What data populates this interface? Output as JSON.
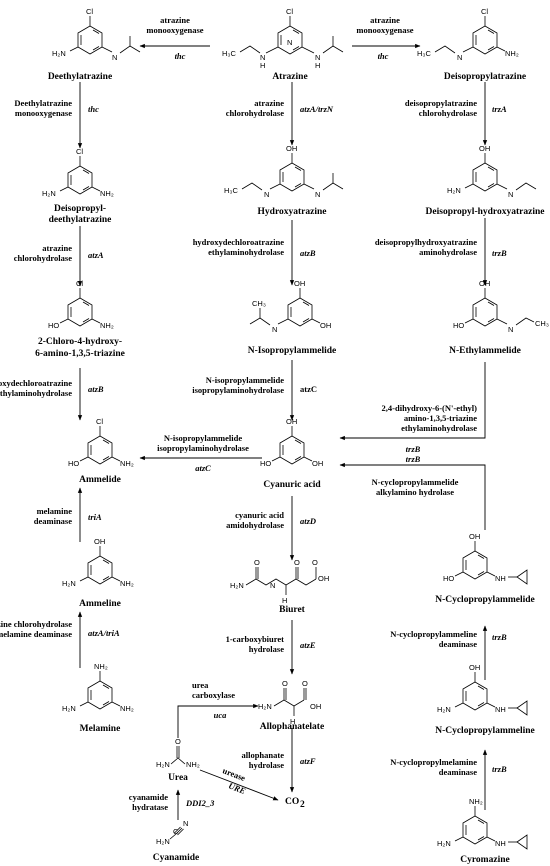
{
  "compounds": {
    "deethylatrazine": "Deethylatrazine",
    "atrazine": "Atrazine",
    "deisopropylatrazine": "Deisopropylatrazine",
    "hydroxyatrazine": "Hydroxyatrazine",
    "deisopropyl_deethylatrazine_1": "Deisopropyl-",
    "deisopropyl_deethylatrazine_2": "deethylatrazine",
    "deisopropyl_hydroxyatrazine": "Deisopropyl-hydroxyatrazine",
    "n_isopropylammelide": "N-Isopropylammelide",
    "n_ethylammelide": "N-Ethylammelide",
    "chloro_triazine_1": "2-Chloro-4-hydroxy-",
    "chloro_triazine_2": "6-amino-1,3,5-triazine",
    "ammelide": "Ammelide",
    "cyanuric_acid": "Cyanuric acid",
    "biuret": "Biuret",
    "ammeline": "Ammeline",
    "n_cyclopropylammelide": "N-Cyclopropylammelide",
    "allophanatelate": "Allophanatelate",
    "n_cyclopropylammeline": "N-Cyclopropylammeline",
    "melamine": "Melamine",
    "urea": "Urea",
    "co2": "CO",
    "co2_sub": "2",
    "cyromazine": "Cyromazine",
    "cyanamide": "Cyanamide"
  },
  "enzymes": {
    "atz_thc_left_1": "atrazine",
    "atz_thc_left_2": "monooxygenase",
    "atz_thc_left_gene": "thc",
    "atz_thc_right_1": "atrazine",
    "atz_thc_right_2": "monooxygenase",
    "atz_thc_right_gene": "thc",
    "deethyl_mono_1": "Deethylatrazine",
    "deethyl_mono_2": "monooxygenase",
    "deethyl_mono_gene": "thc",
    "atz_chloro_1": "atrazine",
    "atz_chloro_2": "chlorohydrolase",
    "atz_chloro_gene": "atzA/trzN",
    "deiso_chloro_1": "deisopropylatrazine",
    "deiso_chloro_2": "chlorohydrolase",
    "deiso_chloro_gene": "trzA",
    "atz_chloro_b_1": "atrazine",
    "atz_chloro_b_2": "chlorohydrolase",
    "atz_chloro_b_gene": "atzA",
    "hydroxy_ethyl_1": "hydroxydechloroatrazine",
    "hydroxy_ethyl_2": "ethylaminohydrolase",
    "hydroxy_ethyl_gene": "atzB",
    "deiso_hydroxy_amino_1": "deisopropylhydroxyatrazine",
    "deiso_hydroxy_amino_2": "aminohydrolase",
    "deiso_hydroxy_amino_gene": "trzB",
    "hydroxy_ethyl_left_1": "hydroxydechloroatrazine",
    "hydroxy_ethyl_left_2": "ethylaminohydrolase",
    "hydroxy_ethyl_left_gene": "atzB",
    "nisoprop_1": "N-isopropylammelide",
    "nisoprop_2": "isopropylaminohydrolase",
    "nisoprop_gene": "atzC",
    "dihydroxy_1": "2,4-dihydroxy-6-(N'-ethyl)",
    "dihydroxy_2": "amino-1,3,5-triazine",
    "dihydroxy_3": "ethylaminohydrolase",
    "dihydroxy_gene_1": "trzB",
    "dihydroxy_gene_2": "trzB",
    "nisoprop_left_1": "N-isopropylammelide",
    "nisoprop_left_2": "isopropylaminohydrolase",
    "nisoprop_left_gene": "atzC",
    "ncyclo_alkyl_1": "N-cyclopropylammelide",
    "ncyclo_alkyl_2": "alkylamino hydrolase",
    "melamine_deam_1": "melamine",
    "melamine_deam_2": "deaminase",
    "melamine_deam_gene": "triA",
    "cyanuric_amido_1": "cyanuric acid",
    "cyanuric_amido_2": "amidohydrolase",
    "cyanuric_amido_gene": "atzD",
    "atz_mel_1": "atrazine chlorohydrolase",
    "atz_mel_2": "melamine deaminase",
    "atz_mel_gene": "atzA/triA",
    "carboxybiuret_1": "1-carboxybiuret",
    "carboxybiuret_2": "hydrolase",
    "carboxybiuret_gene": "atzE",
    "ncyclo_ammeline_1": "N-cyclopropylammeline",
    "ncyclo_ammeline_2": "deaminase",
    "ncyclo_ammeline_gene": "trzB",
    "urea_carbox_1": "urea",
    "urea_carbox_2": "carboxylase",
    "urea_carbox_gene": "uca",
    "allophanate_1": "allophanate",
    "allophanate_2": "hydrolase",
    "allophanate_gene": "atzF",
    "urease_1": "urease",
    "urease_gene": "URE",
    "ncyclo_melamine_1": "N-cyclopropylmelamine",
    "ncyclo_melamine_2": "deaminase",
    "ncyclo_melamine_gene": "trzB",
    "cyanamide_hyd_1": "cyanamide",
    "cyanamide_hyd_2": "hydratase",
    "cyanamide_hyd_gene": "DDI2_3"
  },
  "atoms": {
    "Cl": "Cl",
    "OH": "OH",
    "N": "N",
    "H2N": "H₂N",
    "NH2": "NH₂",
    "HO": "HO",
    "NH": "NH",
    "H3C": "H₃C",
    "CH3": "CH₃",
    "H": "H",
    "O": "O",
    "C": "C"
  }
}
